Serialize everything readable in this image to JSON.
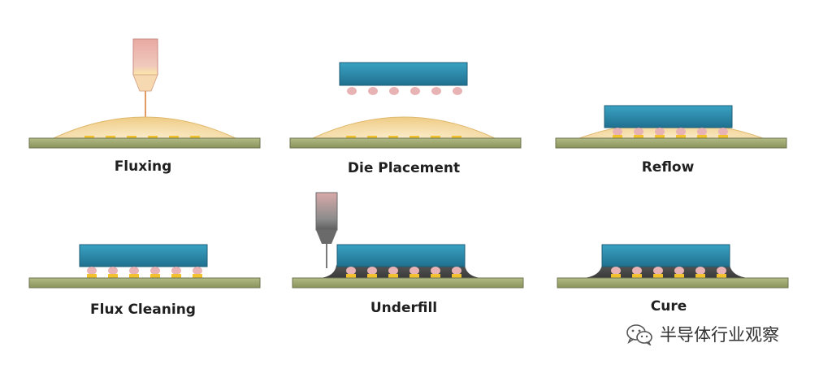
{
  "steps": [
    {
      "label": "Fluxing"
    },
    {
      "label": "Die Placement"
    },
    {
      "label": "Reflow"
    },
    {
      "label": "Flux Cleaning"
    },
    {
      "label": "Underfill"
    },
    {
      "label": "Cure"
    }
  ],
  "watermark": {
    "text": "半导体行业观察",
    "icon": "wechat-icon"
  },
  "colors": {
    "substrate": "#9aa36e",
    "substrate_edge": "#6e7550",
    "die": "#2e8cae",
    "die_edge": "#1d5e78",
    "bump": "#e8b3b5",
    "pad": "#f2c12e",
    "flux": "#f3d9a0",
    "underfill": "#4a4a4a",
    "nozzle": "#e6b1a8",
    "dispenser": "#9a9a9a"
  }
}
